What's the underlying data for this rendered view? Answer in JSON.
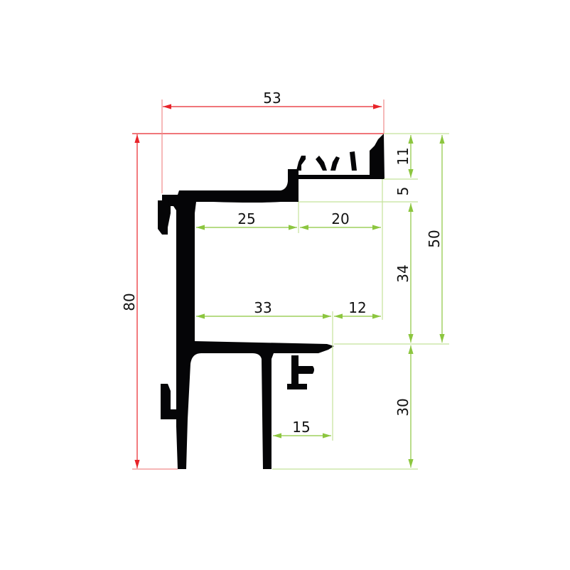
{
  "drawing": {
    "colors": {
      "overall_dims": "#e8242a",
      "detail_dims": "#8cc63f",
      "profile": "#050507"
    },
    "dimensions": {
      "width_total": "53",
      "height_total": "80",
      "top_lip_height": "11",
      "top_step": "5",
      "upper_height": "50",
      "inner_height": "34",
      "lower_height": "30",
      "inner_width_left": "25",
      "inner_width_right": "20",
      "lower_width_left": "33",
      "lower_width_right": "12",
      "foot_offset": "15"
    }
  }
}
